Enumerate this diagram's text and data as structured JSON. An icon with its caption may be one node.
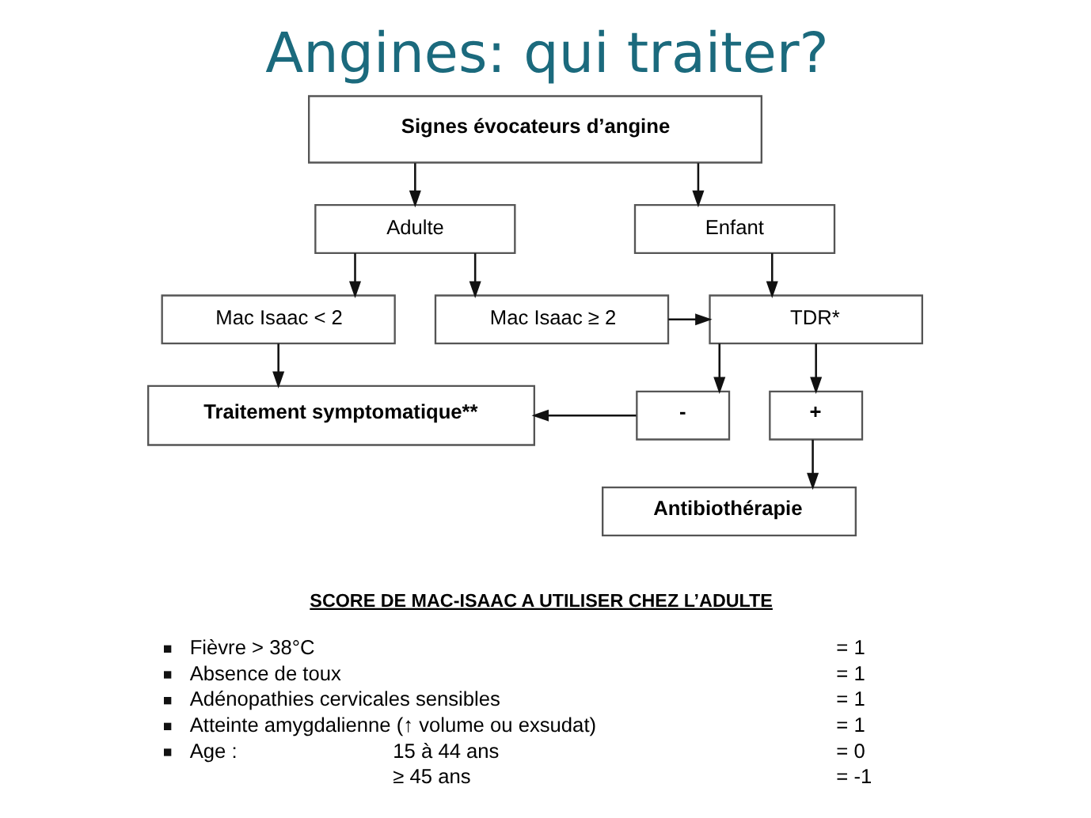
{
  "diagram": {
    "title": "Angines: qui traiter?",
    "nodes": [
      {
        "text": [
          "Signes évocateurs d’angine"
        ]
      },
      {
        "text": [
          "Adulte"
        ]
      },
      {
        "text": [
          "Enfant"
        ]
      },
      {
        "text": [
          "Mac Isaac < 2"
        ]
      },
      {
        "text": [
          "Mac Isaac ≥ 2"
        ]
      },
      {
        "text": [
          "TDR*"
        ]
      },
      {
        "text": [
          "Traitement symptomatique**"
        ]
      },
      {
        "text": [
          "-"
        ]
      },
      {
        "text": [
          "+"
        ]
      },
      {
        "text": [
          "Antibiothérapie"
        ]
      }
    ],
    "edges": [
      {
        "from": 0,
        "to": 1,
        "arrow": "to"
      },
      {
        "from": 0,
        "to": 2,
        "arrow": "to"
      },
      {
        "from": 1,
        "to": 3,
        "arrow": "to"
      },
      {
        "from": 1,
        "to": 4,
        "arrow": "to"
      },
      {
        "from": 2,
        "to": 5,
        "arrow": "to"
      },
      {
        "from": 4,
        "to": 5,
        "arrow": "to"
      },
      {
        "from": 3,
        "to": 6,
        "arrow": "to"
      },
      {
        "from": 5,
        "to": 7,
        "arrow": "to"
      },
      {
        "from": 5,
        "to": 8,
        "arrow": "to"
      },
      {
        "from": 7,
        "to": 6,
        "arrow": "to"
      },
      {
        "from": 8,
        "to": 9,
        "arrow": "to"
      }
    ],
    "labels": [
      "SCORE DE MAC-ISAAC A UTILISER CHEZ L’ADULTE",
      "Fièvre > 38°C",
      "= 1",
      "Absence de toux",
      "= 1",
      "Adénopathies cervicales sensibles",
      "= 1",
      "Atteinte amygdalienne (↑ volume ou exsudat)",
      "= 1",
      "Age :",
      "15 à 44 ans",
      "= 0",
      "≥ 45 ans",
      "= -1"
    ]
  }
}
